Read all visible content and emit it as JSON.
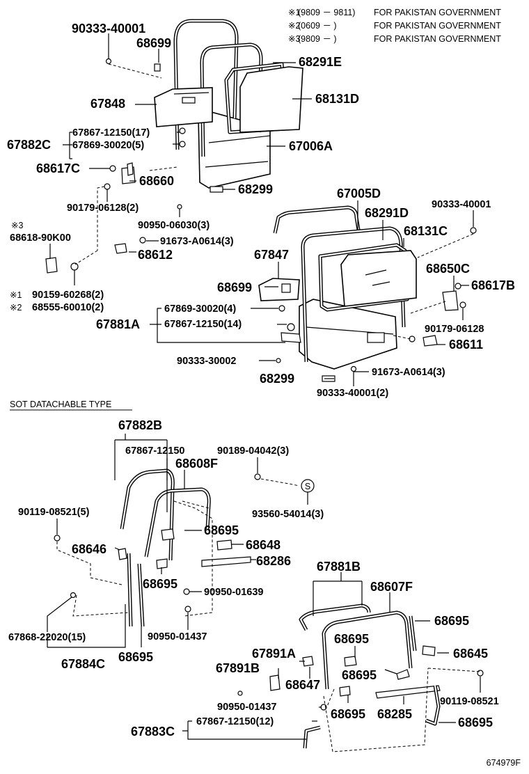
{
  "notes": [
    {
      "mark": "※1",
      "range": "(9809 － 9811)",
      "text": "FOR PAKISTAN GOVERNMENT"
    },
    {
      "mark": "※2",
      "range": "(0609 －      )",
      "text": "FOR PAKISTAN GOVERNMENT"
    },
    {
      "mark": "※3",
      "range": "(9809 －      )",
      "text": "FOR PAKISTAN GOVERNMENT"
    }
  ],
  "section_title": "SOT DATACHABLE TYPE",
  "figure_code": "674979F",
  "labels": {
    "p90333_40001_a": "90333-40001",
    "p68699_a": "68699",
    "p68291E": "68291E",
    "p67848": "67848",
    "p68131D": "68131D",
    "p67867_12150_17": "67867-12150(17)",
    "p67882C": "67882C",
    "p67869_30020_5": "67869-30020(5)",
    "p67006A": "67006A",
    "p68617C": "68617C",
    "p68660": "68660",
    "p68299_a": "68299",
    "p90179_06128_2": "90179-06128(2)",
    "p90950_06030_3": "90950-06030(3)",
    "mark3": "※3",
    "p68618_90K00": "68618-90K00",
    "p91673_A0614_3_a": "91673-A0614(3)",
    "p68612": "68612",
    "mark1": "※1",
    "p90159_60268_2": "90159-60268(2)",
    "mark2": "※2",
    "p68555_60010_2": "68555-60010(2)",
    "p67005D": "67005D",
    "p68291D": "68291D",
    "p90333_40001_b": "90333-40001",
    "p68131C": "68131C",
    "p67847": "67847",
    "p68650C": "68650C",
    "p68699_b": "68699",
    "p68617B": "68617B",
    "p67869_30020_4": "67869-30020(4)",
    "p67881A": "67881A",
    "p67867_12150_14": "67867-12150(14)",
    "p90179_06128": "90179-06128",
    "p68611": "68611",
    "p90333_30002": "90333-30002",
    "p91673_A0614_3_b": "91673-A0614(3)",
    "p68299_b": "68299",
    "p90333_40001_2": "90333-40001(2)",
    "p67882B": "67882B",
    "p67867_12150": "67867-12150",
    "p90189_04042_3": "90189-04042(3)",
    "p68608F": "68608F",
    "s_mark": "S",
    "p93560_54014_3": "93560-54014(3)",
    "p90119_08521_5": "90119-08521(5)",
    "p68695_a": "68695",
    "p68646": "68646",
    "p68648": "68648",
    "p68286": "68286",
    "p68695_b": "68695",
    "p90950_01639": "90950-01639",
    "p67868_22020_15": "67868-22020(15)",
    "p90950_01437_a": "90950-01437",
    "p67884C": "67884C",
    "p68695_c": "68695",
    "p67881B": "67881B",
    "p68607F": "68607F",
    "p68695_d": "68695",
    "p68695_e": "68695",
    "p68645": "68645",
    "p67891A": "67891A",
    "p67891B": "67891B",
    "p68647": "68647",
    "p68695_f": "68695",
    "p90119_08521": "90119-08521",
    "p90950_01437_b": "90950-01437",
    "p68695_g": "68695",
    "p68285": "68285",
    "p68695_h": "68695",
    "p67883C": "67883C",
    "p67867_12150_12": "67867-12150(12)"
  }
}
